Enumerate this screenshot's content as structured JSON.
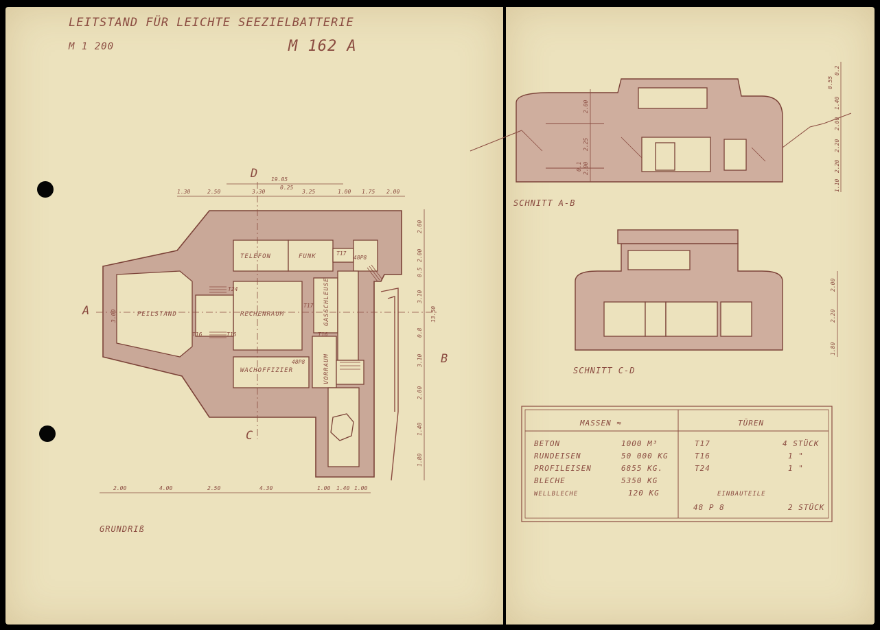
{
  "title": "LEITSTAND FÜR LEICHTE SEEZIELBATTERIE",
  "scale": "M 1 200",
  "drawing_no": "M 162 A",
  "plan": {
    "caption": "GRUNDRIß",
    "rooms": {
      "telefon": "TELEFON",
      "funk": "FUNK",
      "rechenraum": "RECHENRAUM",
      "peilstand": "PEILSTAND",
      "gasschleuse": "GASSCHLEUSE",
      "wachoffizier": "WACHOFFIZIER",
      "vorraum": "VORRAUM"
    },
    "markers": {
      "a": "A",
      "b": "B",
      "c": "C",
      "d": "D"
    },
    "door_labels": {
      "t17_a": "T17",
      "t17_b": "T17",
      "t16": "T16",
      "t24": "T24",
      "t16_b": "T16",
      "t16_c": "T16",
      "p8_a": "48P8",
      "p8_b": "48P8"
    },
    "top_total": "19.05",
    "top_small": "0.25",
    "top_dims": [
      "1.30",
      "2.50",
      "3.30",
      "3.25",
      "1.00",
      "1.75",
      "2.00"
    ],
    "bottom_dims": [
      "2.00",
      "4.00",
      "2.50",
      "4.30",
      "1.00",
      "1.40",
      "1.00"
    ],
    "right_dims": [
      "2.00",
      "2.00",
      "0.5",
      "3.10",
      "0.8",
      "3.10",
      "2.00",
      "1.40",
      "1.80"
    ],
    "right_total": "13.50",
    "left_dim": "3.00"
  },
  "sections": {
    "ab_caption": "SCHNITT A-B",
    "cd_caption": "SCHNITT C-D",
    "ab_dims": [
      "2.00",
      "2.25",
      "2.00",
      "0.1"
    ],
    "ab_right_dims": [
      "0.2",
      "1.40",
      "0.55",
      "2.00",
      "2.20",
      "2.20",
      "1.10"
    ],
    "cd_right_dims": [
      "2.00",
      "2.20",
      "1.80"
    ]
  },
  "table": {
    "col1_header": "MASSEN ≈",
    "col2_header": "TÜREN",
    "materials": [
      {
        "name": "BETON",
        "value": "1000 M³"
      },
      {
        "name": "RUNDEISEN",
        "value": "50 000 KG"
      },
      {
        "name": "PROFILEISEN",
        "value": "6855 KG."
      },
      {
        "name": "BLECHE",
        "value": "5350 KG"
      },
      {
        "name": "WELLBLECHE",
        "value": "120 KG"
      }
    ],
    "doors": [
      {
        "name": "T17",
        "value": "4 STÜCK"
      },
      {
        "name": "T16",
        "value": "1 \""
      },
      {
        "name": "T24",
        "value": "1 \""
      }
    ],
    "einbau_header": "EINBAUTEILE",
    "einbau": [
      {
        "name": "48 P 8",
        "value": "2 STÜCK"
      }
    ]
  },
  "colors": {
    "paper": "#ece2bd",
    "ink": "#8a4b40",
    "wall_fill": "#c9a898"
  }
}
